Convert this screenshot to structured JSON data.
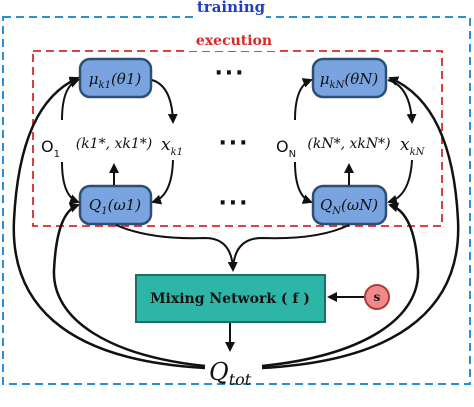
{
  "labels": {
    "training": "training",
    "execution": "execution",
    "mixing": "Mixing Network ( f )",
    "state": "s",
    "qtot": "Q_tot",
    "dots": "···"
  },
  "agent1": {
    "policy_main": "μ",
    "policy_sub": "k1",
    "policy_arg": "(θ1)",
    "q_main": "Q",
    "q_sub": "1",
    "q_arg": "(ω1)",
    "obs_main": "O",
    "obs_sub": "1",
    "act_main": "x",
    "act_sub": "k1",
    "pair": "(k1*, xk1*)"
  },
  "agentN": {
    "policy_main": "μ",
    "policy_sub": "kN",
    "policy_arg": "(θN)",
    "q_main": "Q",
    "q_sub": "N",
    "q_arg": "(ωN)",
    "obs_main": "O",
    "obs_sub": "N",
    "act_main": "x",
    "act_sub": "kN",
    "pair": "(kN*, xkN*)"
  },
  "colors": {
    "training_border": "#2a8fd6",
    "execution_border": "#d42a2a",
    "node_fill": "#7aa4e0",
    "node_stroke": "#2c4f73",
    "mix_fill": "#2db6a8",
    "mix_stroke": "#1e6e68",
    "state_fill": "#f08a8a",
    "state_stroke": "#b03a3a",
    "arrow": "#111111"
  }
}
